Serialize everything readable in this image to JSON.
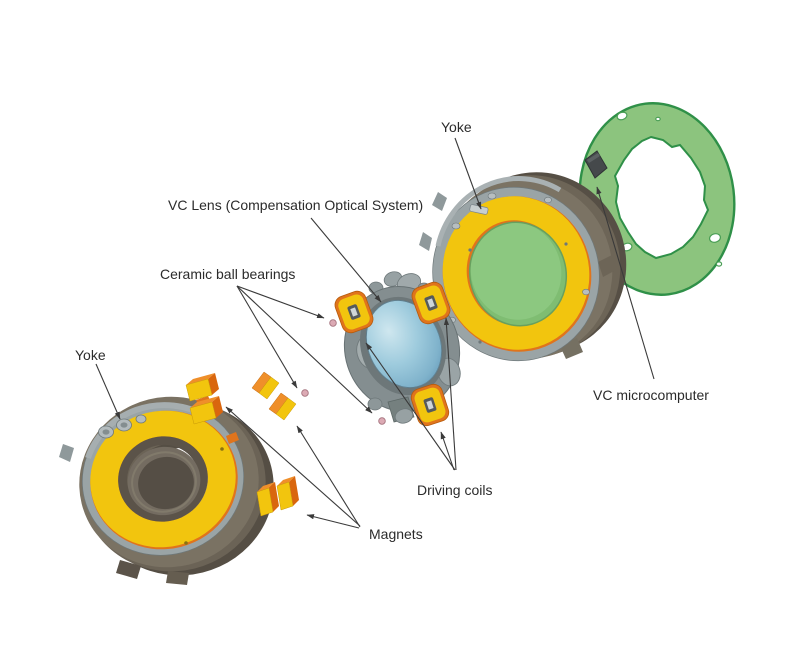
{
  "figure": {
    "type": "exploded-parts-diagram",
    "subject": "VC (Vibration Compensation) lens unit exploded view",
    "background": "#ffffff",
    "labels": {
      "yoke_top": "Yoke",
      "yoke_left": "Yoke",
      "vc_lens": "VC Lens (Compensation Optical System)",
      "ceramic_ball_bearings": "Ceramic ball bearings",
      "vc_microcomputer": "VC microcomputer",
      "driving_coils": "Driving coils",
      "magnets": "Magnets"
    },
    "parts": [
      {
        "name": "Yoke",
        "count": 2
      },
      {
        "name": "VC Lens (Compensation Optical System)",
        "count": 1
      },
      {
        "name": "Ceramic ball bearings",
        "count": 3
      },
      {
        "name": "Magnets",
        "count": 3
      },
      {
        "name": "Driving coils",
        "count": 3
      },
      {
        "name": "VC microcomputer",
        "count": 1
      }
    ],
    "colors": {
      "yellow": "#f2c50e",
      "orange": "#ef8f2a",
      "orange_dark": "#d9660e",
      "orange_rim": "#e0741c",
      "metal_gray": "#9aa4a6",
      "body_dark": "#6d6557",
      "body_darker": "#564f45",
      "pcb_green": "#8cc47e",
      "pcb_green_edge": "#2f9048",
      "lens_blue": "#8fc3d8",
      "lens_blue_deep": "#5e93b5",
      "bearing_pink": "#dcaab4",
      "line": "#3a3a3a",
      "text": "#2b2b2b"
    }
  }
}
